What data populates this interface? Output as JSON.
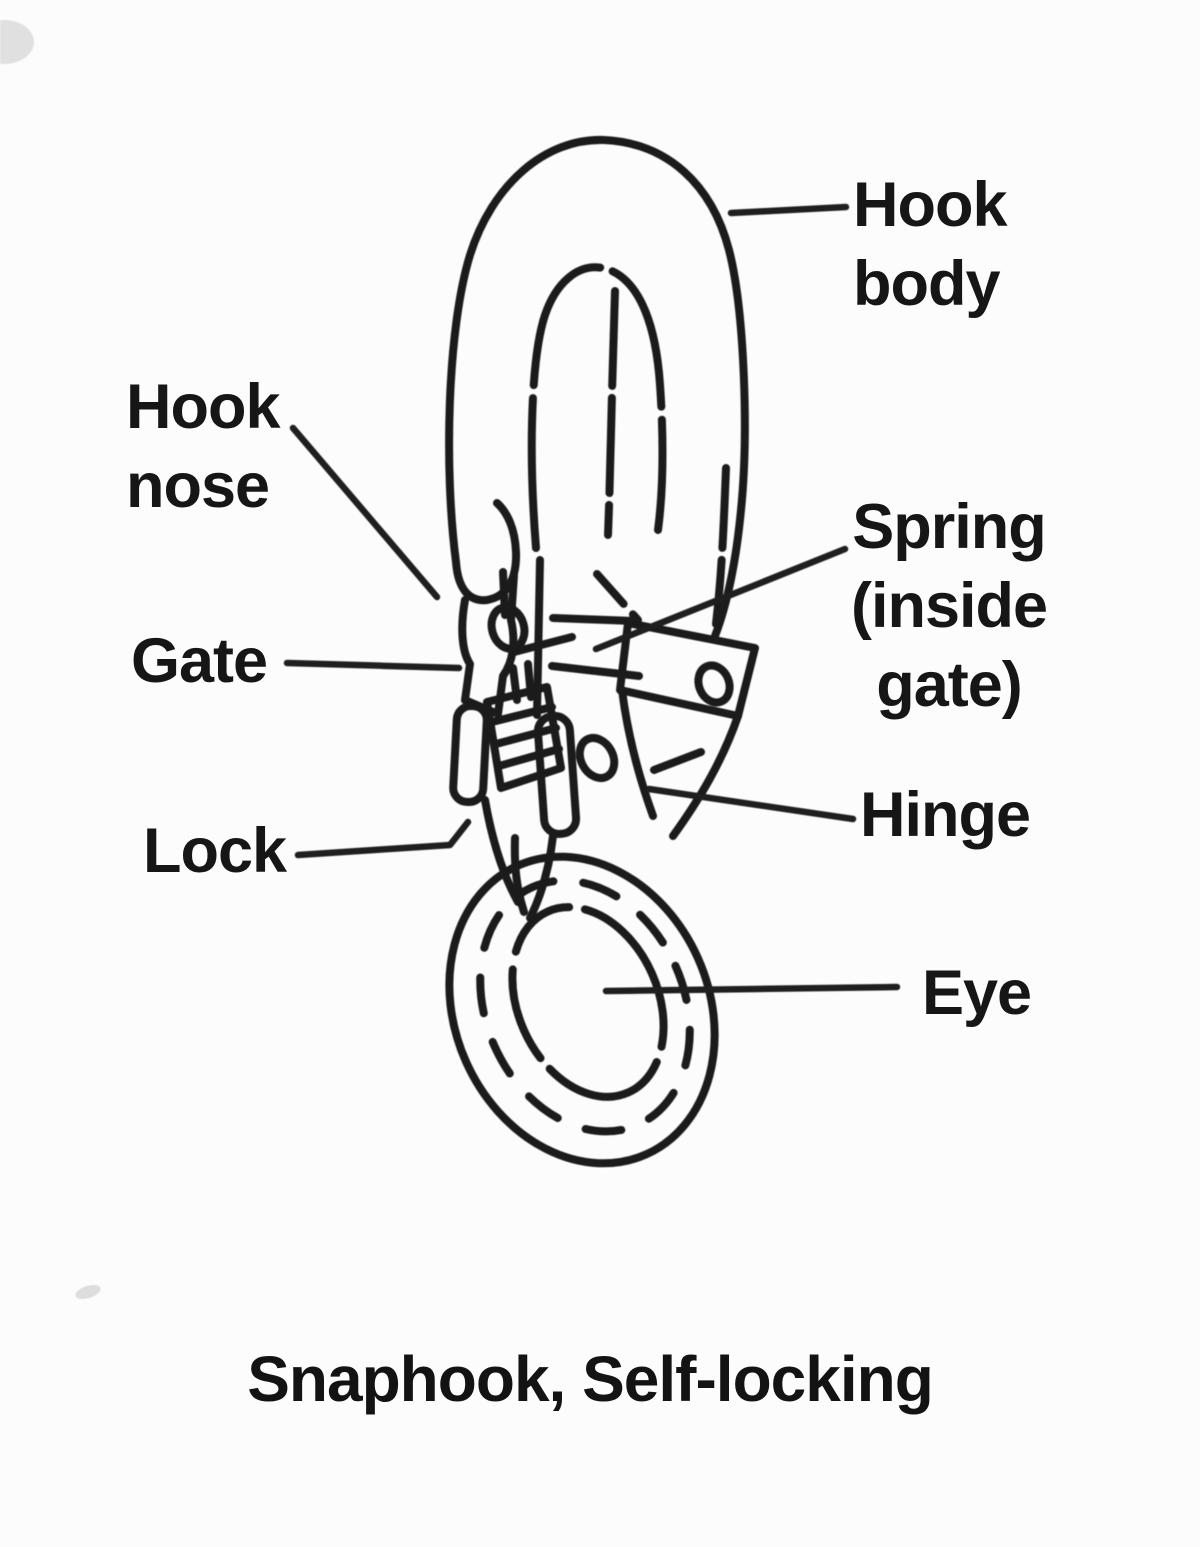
{
  "colors": {
    "ink": "#1b1b1b",
    "paper": "#fcfcfc"
  },
  "labels": {
    "hook_body": "Hook\nbody",
    "hook_nose": "Hook\nnose",
    "gate": "Gate",
    "spring": "Spring\n(inside\ngate)",
    "lock": "Lock",
    "hinge": "Hinge",
    "eye": "Eye"
  },
  "caption": "Snaphook, Self-locking"
}
